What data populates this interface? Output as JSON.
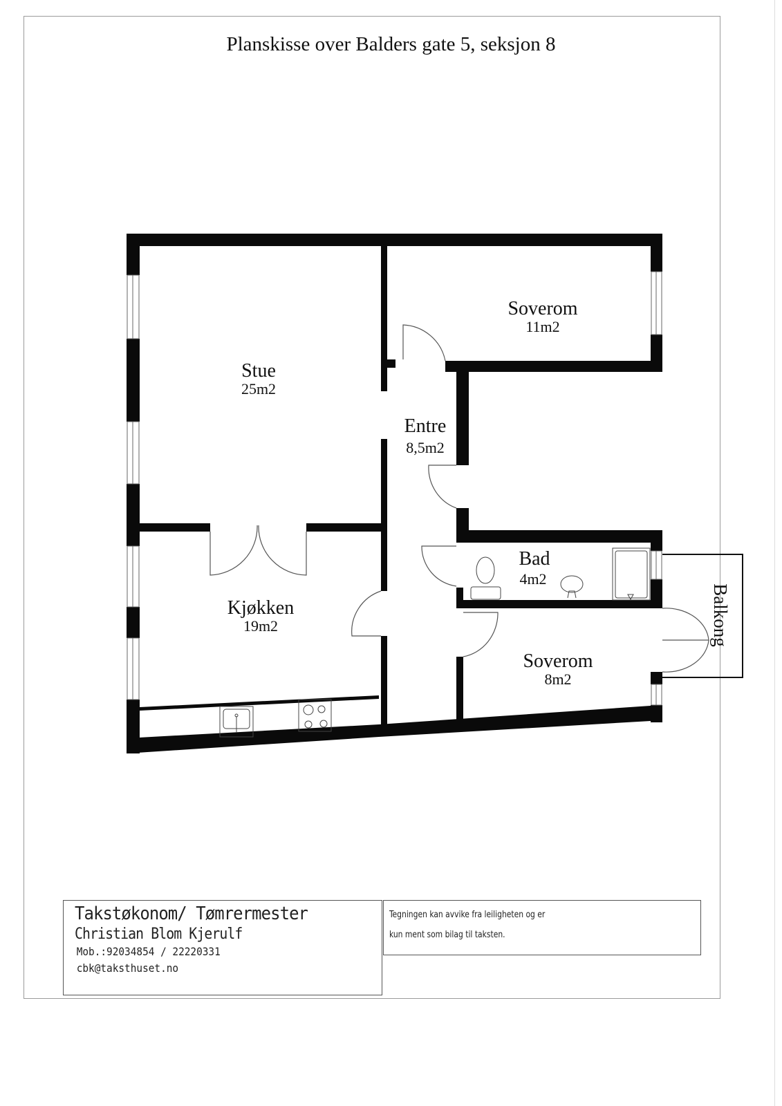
{
  "document": {
    "title": "Planskisse over Balders gate 5, seksjon 8"
  },
  "rooms": {
    "stue": {
      "name": "Stue",
      "area": "25m2"
    },
    "soverom_1": {
      "name": "Soverom",
      "area": "11m2"
    },
    "entre": {
      "name": "Entre",
      "area": "8,5m2"
    },
    "kjokken": {
      "name": "Kjøkken",
      "area": "19m2"
    },
    "bad": {
      "name": "Bad",
      "area": "4m2"
    },
    "soverom_2": {
      "name": "Soverom",
      "area": "8m2"
    },
    "balkong": {
      "name": "Balkong"
    }
  },
  "fixtures": [
    "toilet",
    "sink",
    "shower",
    "kitchen-sink",
    "stove"
  ],
  "title_block": {
    "profession": "Takstøkonom/ Tømrermester",
    "name": "Christian Blom Kjerulf",
    "phone": "Mob.:92034854 / 22220331",
    "email": "cbk@taksthuset.no"
  },
  "disclaimer": {
    "line1": "Tegningen kan avvike fra leiligheten og er",
    "line2": "kun ment som bilag til taksten."
  },
  "colors": {
    "wall": "#0a0a0a",
    "line": "#555555",
    "paper": "#ffffff"
  }
}
